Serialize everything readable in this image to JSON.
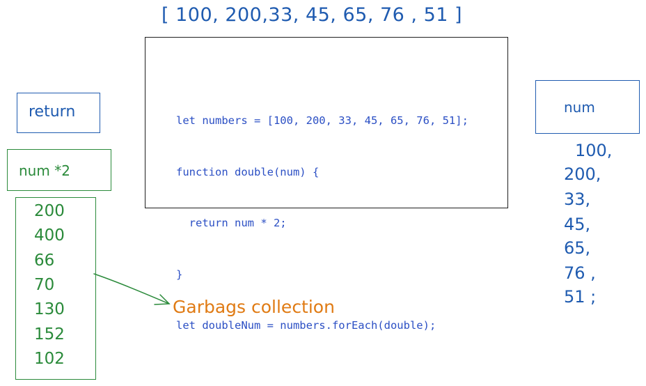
{
  "array_title": "[ 100, 200,33, 45, 65, 76 , 51 ]",
  "code": {
    "lines": [
      "let numbers = [100, 200, 33, 45, 65, 76, 51];",
      "function double(num) {",
      "  return num * 2;",
      "}",
      "let doubleNum = numbers.forEach(double);"
    ]
  },
  "return_label": "return",
  "num2_label": "num *2",
  "results": [
    "200",
    "400",
    "66",
    "70",
    "130",
    "152",
    "102"
  ],
  "num_label": "num",
  "numbers": [
    "100,",
    "200,",
    "33,",
    "45,",
    "65,",
    "76 ,",
    "51 ;"
  ],
  "gc_label": "Garbags collection",
  "colors": {
    "blue": "#1f5bb0",
    "green": "#2a8a3a",
    "orange": "#e07b14",
    "code": "#2b4fc4",
    "border": "#1e1e1e"
  }
}
